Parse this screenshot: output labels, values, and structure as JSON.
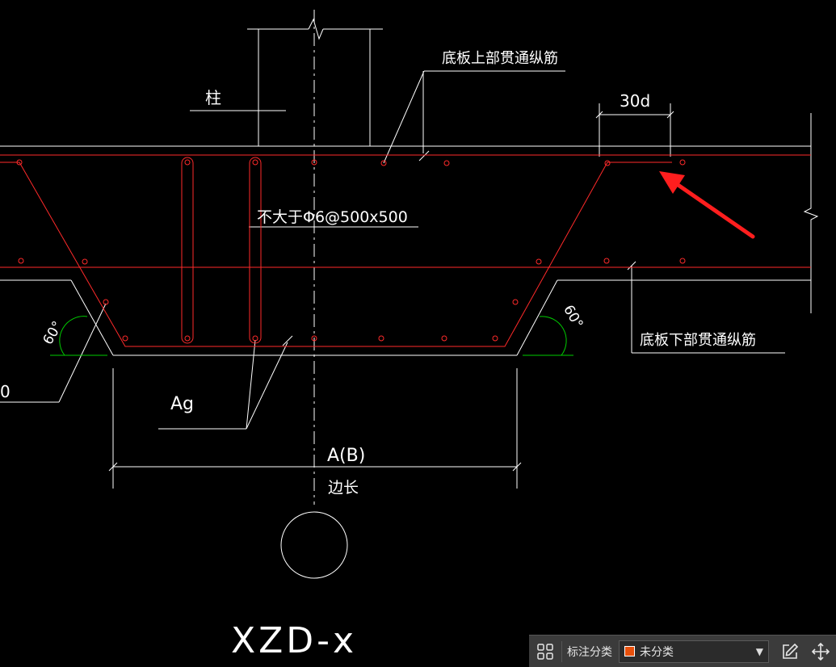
{
  "drawing": {
    "labels": {
      "column": "柱",
      "top_rebar": "底板上部贯通纵筋",
      "bottom_rebar": "底板下部贯通纵筋",
      "anchor_len": "30d",
      "tie_spec": "不大于Φ6@500x500",
      "angle_left": "60°",
      "angle_right": "60°",
      "ag": "Ag",
      "dim_main": "A(B)",
      "dim_sub": "边长",
      "left_cut": "0",
      "title": "XZD-x"
    },
    "colors": {
      "linework": "#ffffff",
      "rebar": "#ff2a2a",
      "angle": "#00cc00",
      "arrow": "#ff1e1e"
    }
  },
  "toolbar": {
    "category_label": "标注分类",
    "selected_category": "未分类",
    "swatch_color": "#e8500c",
    "icons": [
      "layout-grid-icon",
      "edit-icon",
      "move-icon"
    ]
  }
}
